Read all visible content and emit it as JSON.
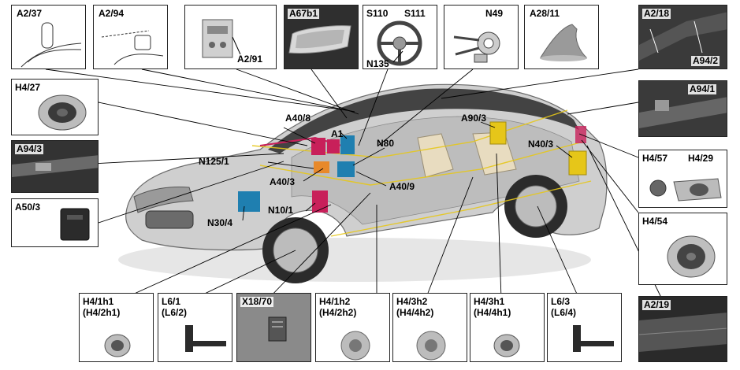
{
  "boxes": {
    "a2_37": "A2/37",
    "a2_94": "A2/94",
    "a2_91": "A2/91",
    "a67b1": "A67b1",
    "s110": "S110",
    "s111": "S111",
    "n135": "N135",
    "n49": "N49",
    "a28_11": "A28/11",
    "a2_18": "A2/18",
    "a94_2": "A94/2",
    "h4_27": "H4/27",
    "a94_1": "A94/1",
    "a94_3": "A94/3",
    "h4_57": "H4/57",
    "h4_29": "H4/29",
    "a50_3": "A50/3",
    "h4_54": "H4/54",
    "h4_1h1": "H4/1h1",
    "h4_2h1": "(H4/2h1)",
    "l6_1": "L6/1",
    "l6_2": "(L6/2)",
    "x18_70": "X18/70",
    "h4_1h2": "H4/1h2",
    "h4_2h2": "(H4/2h2)",
    "h4_3h2": "H4/3h2",
    "h4_4h2": "(H4/4h2)",
    "h4_3h1": "H4/3h1",
    "h4_4h1": "(H4/4h1)",
    "l6_3": "L6/3",
    "l6_4": "(L6/4)",
    "a2_19": "A2/19"
  },
  "callouts": {
    "a40_8": "A40/8",
    "a1": "A1",
    "n80": "N80",
    "a90_3": "A90/3",
    "n40_3": "N40/3",
    "n125_1": "N125/1",
    "a40_3": "A40/3",
    "a40_9": "A40/9",
    "n10_1": "N10/1",
    "n30_4": "N30/4"
  },
  "colors": {
    "module_magenta": "#c8205a",
    "module_blue": "#1f7fb0",
    "module_yellow": "#e6c619",
    "module_orange": "#e8892a",
    "car_body": "#c9c9c9",
    "leader": "#000000"
  }
}
